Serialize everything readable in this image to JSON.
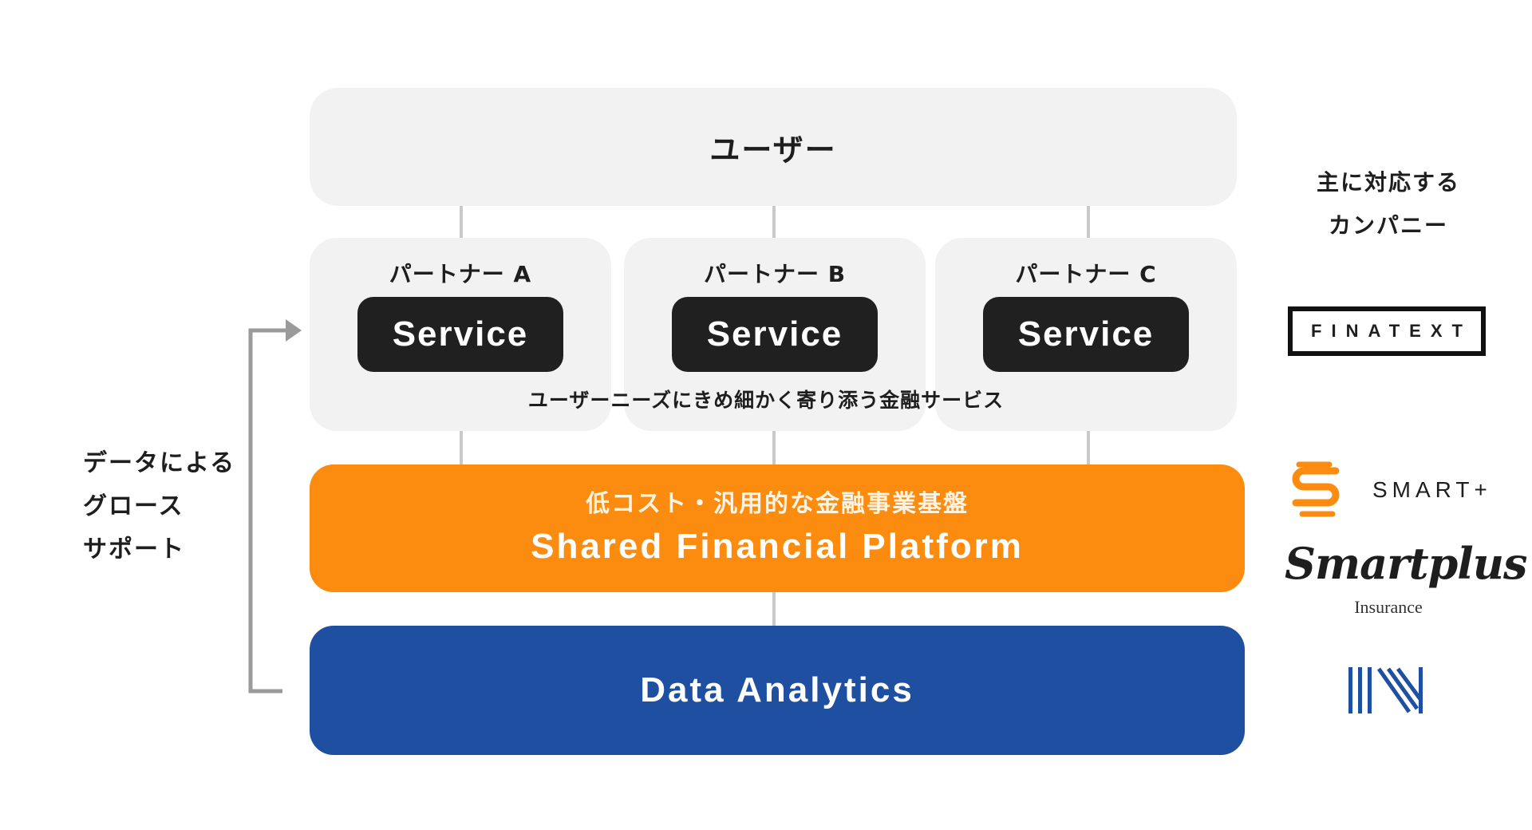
{
  "users": {
    "label": "ユーザー"
  },
  "partners": [
    {
      "label": "パートナー A",
      "service_label": "Service"
    },
    {
      "label": "パートナー B",
      "service_label": "Service"
    },
    {
      "label": "パートナー C",
      "service_label": "Service"
    }
  ],
  "partner_caption": "ユーザーニーズにきめ細かく寄り添う金融サービス",
  "platform": {
    "label_jp": "低コスト・汎用的な金融事業基盤",
    "label_en": "Shared Financial Platform",
    "color": "#fb8c0f"
  },
  "analytics": {
    "label": "Data Analytics",
    "color": "#1f4fa1"
  },
  "growth": {
    "lines": [
      "データによる",
      "グロース",
      "サポート"
    ]
  },
  "companies": {
    "heading_lines": [
      "主に対応する",
      "カンパニー"
    ],
    "finatext": "FINATEXT",
    "smartplus": "SMART+",
    "smartplus_insurance": "Smartplus",
    "smartplus_insurance_sub": "Insurance"
  }
}
